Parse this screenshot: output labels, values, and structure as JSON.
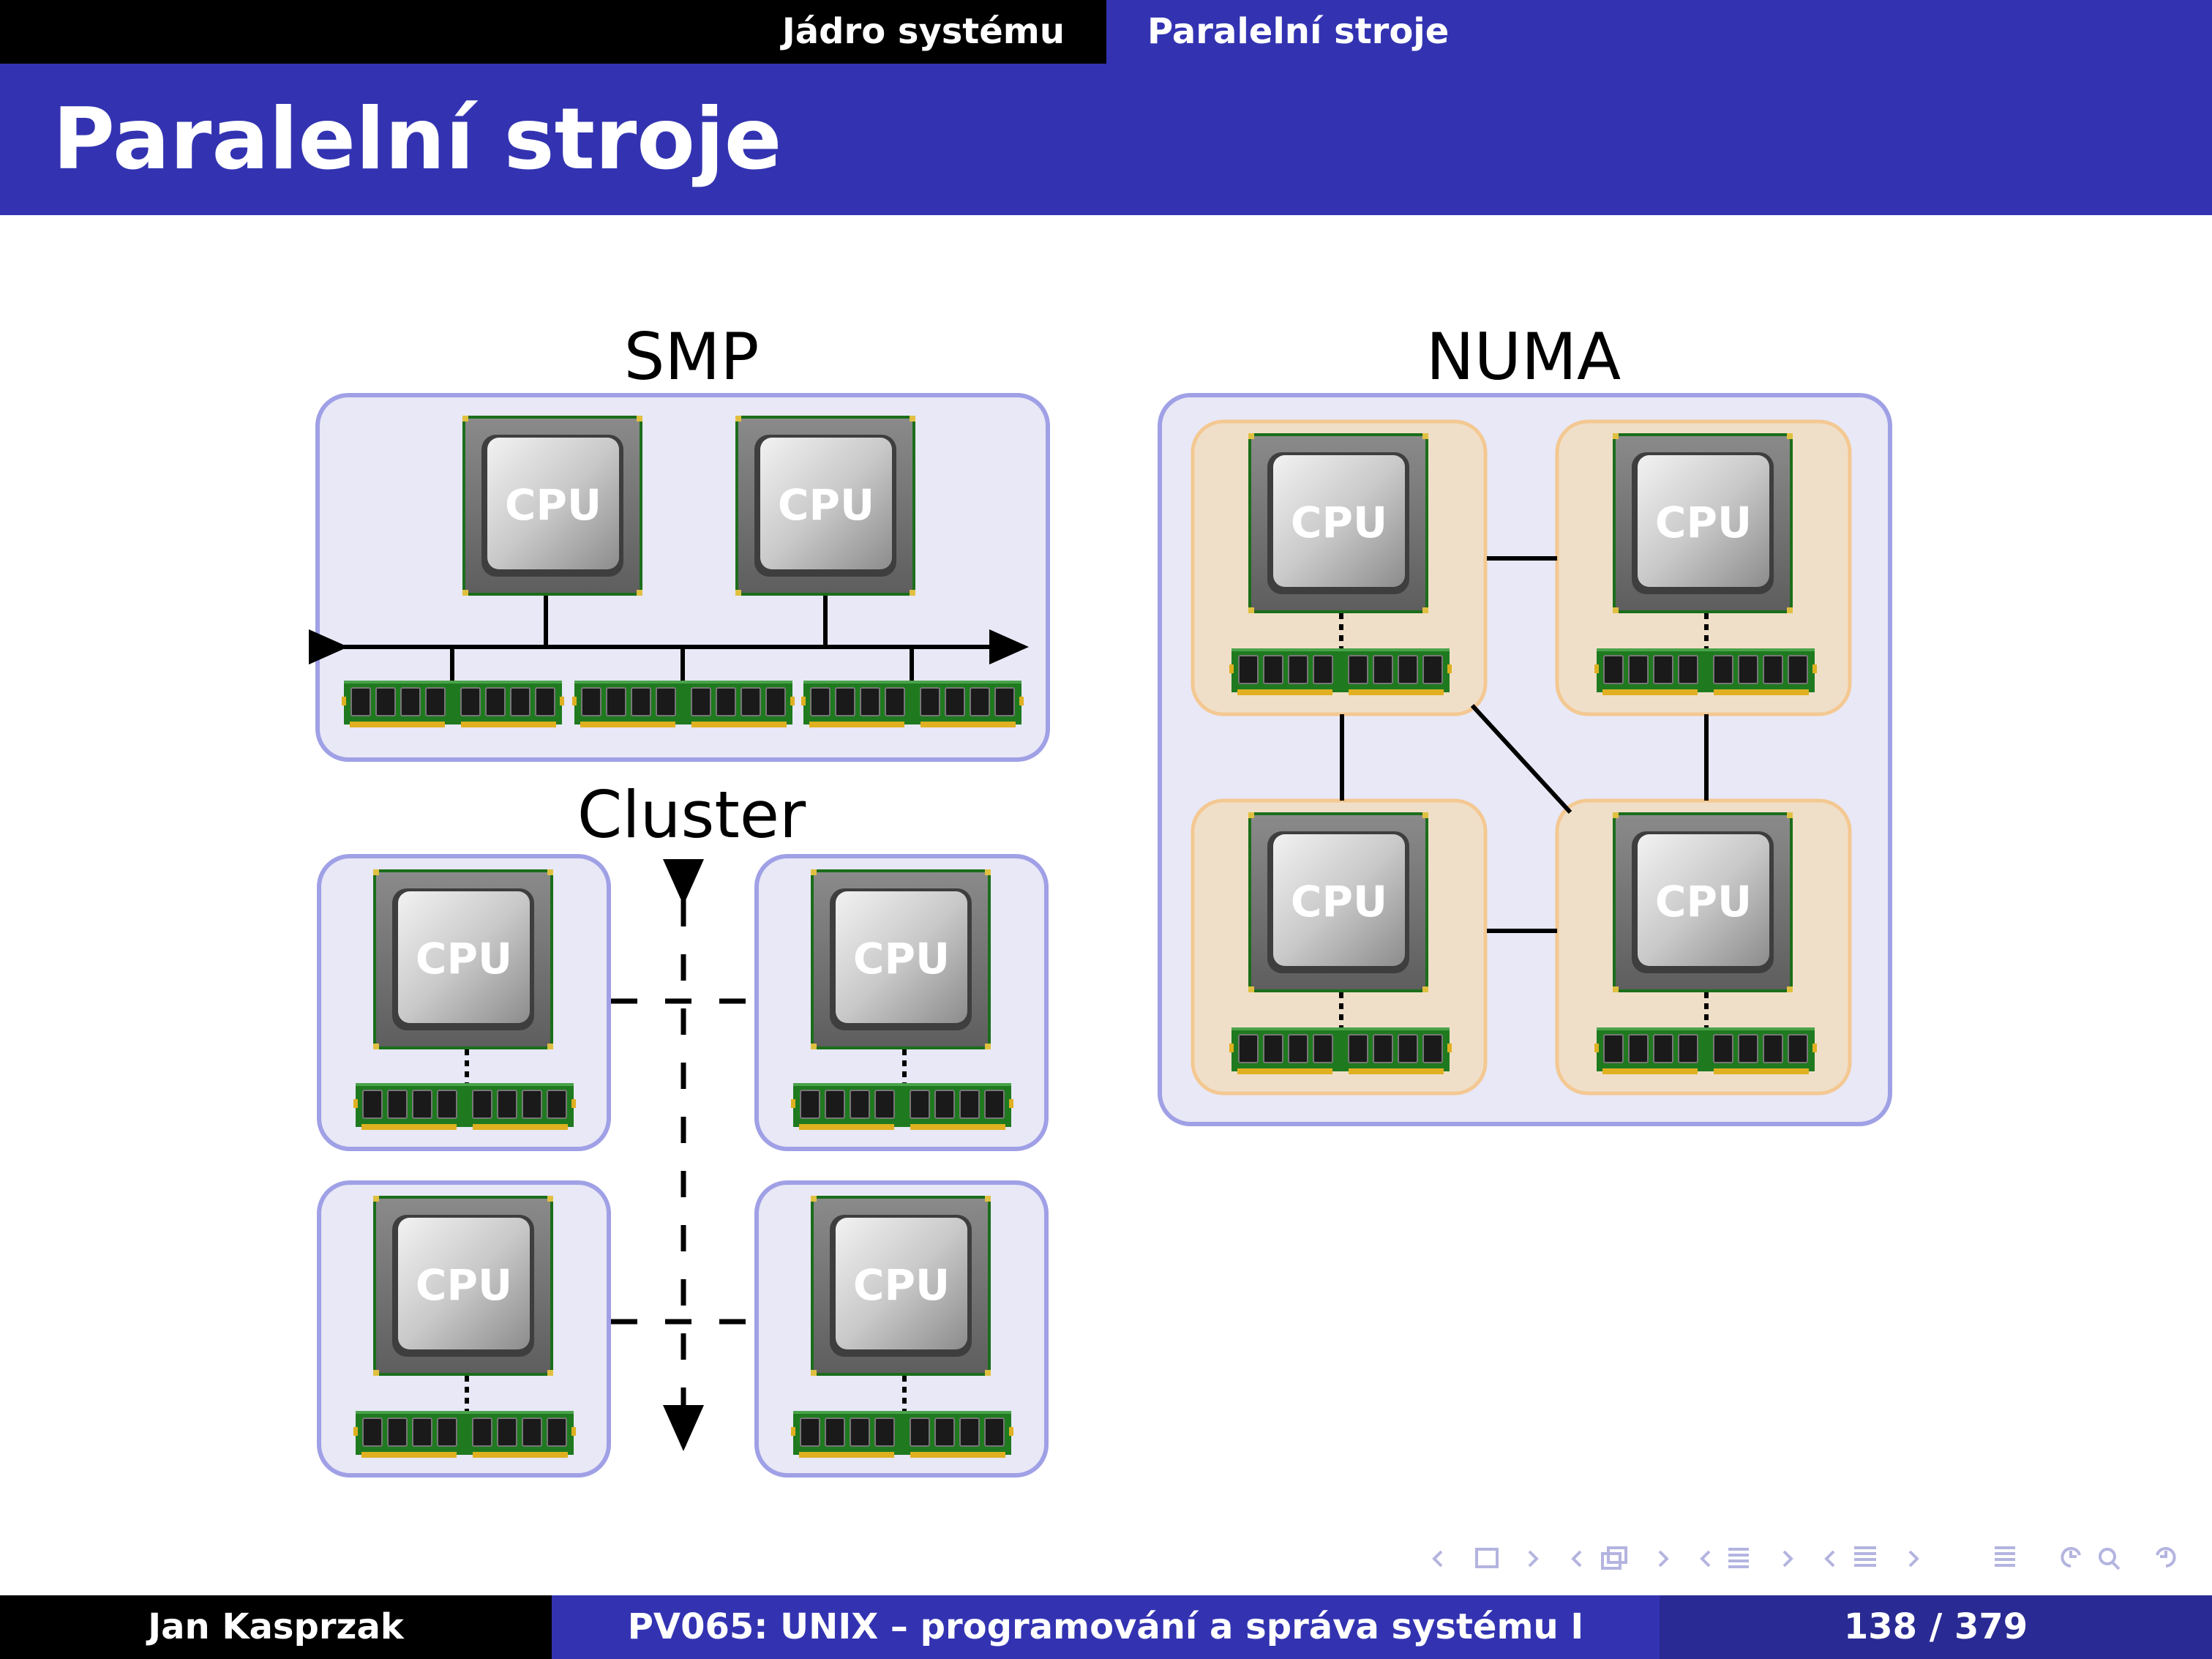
{
  "header": {
    "section_left": "Jádro systému",
    "section_right": "Paralelní stroje"
  },
  "title": "Paralelní stroje",
  "diagram": {
    "smp_label": "SMP",
    "numa_label": "NUMA",
    "cluster_label": "Cluster",
    "cpu_label": "CPU"
  },
  "footer": {
    "author": "Jan Kasprzak",
    "course": "PV065: UNIX – programování a správa systému I",
    "page": "138 / 379"
  },
  "colors": {
    "header_blue": "#3333b2",
    "panel_fill": "#e8e8f6",
    "panel_border": "#a0a0e6",
    "node_fill": "#f0dfc8",
    "node_border": "#f4c892",
    "ram_green": "#1f7a1f",
    "nav_symbols": "#b4b4e0"
  },
  "icons": [
    "nav-prev-icon",
    "frame-icon",
    "nav-next-icon",
    "section-icon",
    "align-icon",
    "search-icon",
    "back-icon"
  ]
}
